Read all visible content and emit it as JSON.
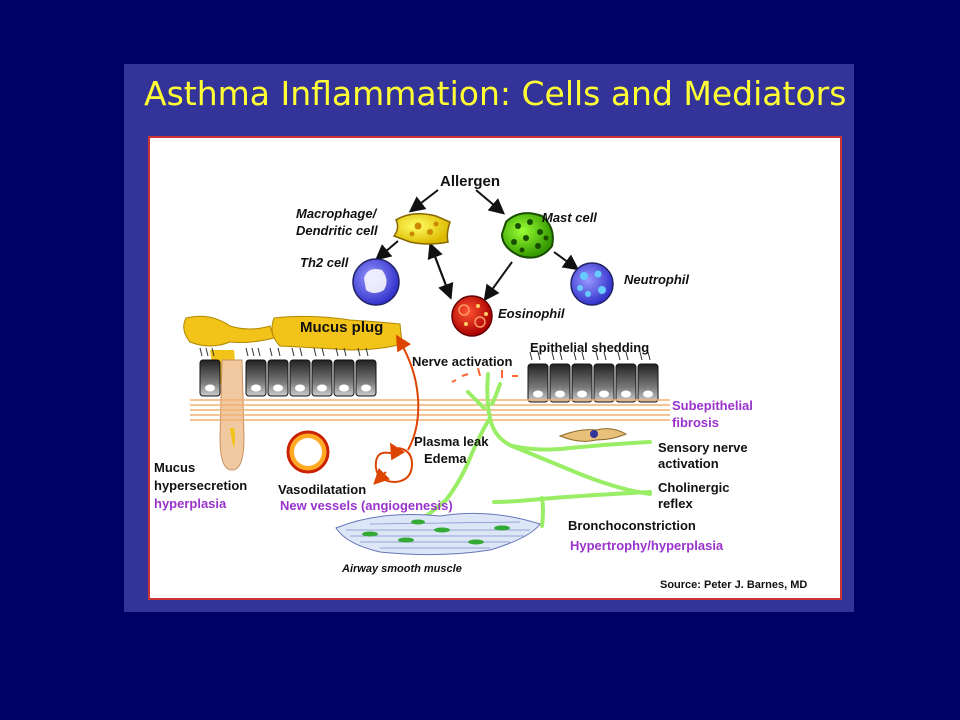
{
  "slide": {
    "title": "Asthma Inflammation: Cells and Mediators",
    "background_color": "#000066",
    "panel_color": "#333399",
    "title_color": "#ffff33"
  },
  "diagram": {
    "labels": {
      "allergen": "Allergen",
      "macrophage_1": "Macrophage/",
      "macrophage_2": "Dendritic cell",
      "mast_cell": "Mast cell",
      "th2_cell": "Th2 cell",
      "neutrophil": "Neutrophil",
      "eosinophil": "Eosinophil",
      "mucus_plug": "Mucus plug",
      "nerve_activation": "Nerve activation",
      "epithelial_shedding": "Epithelial shedding",
      "subepithelial_1": "Subepithelial",
      "subepithelial_2": "fibrosis",
      "plasma_leak": "Plasma leak",
      "edema": "Edema",
      "sensory_1": "Sensory nerve",
      "sensory_2": "activation",
      "mucus_1": "Mucus",
      "mucus_2": "hypersecretion",
      "mucus_3": "hyperplasia",
      "vasodilatation": "Vasodilatation",
      "new_vessels": "New vessels (angiogenesis)",
      "cholinergic_1": "Cholinergic",
      "cholinergic_2": "reflex",
      "bronchoconstriction": "Bronchoconstriction",
      "hypertrophy": "Hypertrophy/hyperplasia",
      "airway_smooth_muscle": "Airway smooth muscle",
      "source": "Source:  Peter J. Barnes, MD"
    },
    "colors": {
      "mucus": "#f2c318",
      "nerve": "#99ee66",
      "vessel": "#dd4400",
      "purple_text": "#9933cc",
      "fibrosis": "#f0c9a0",
      "cell_dark": "#333333"
    }
  }
}
